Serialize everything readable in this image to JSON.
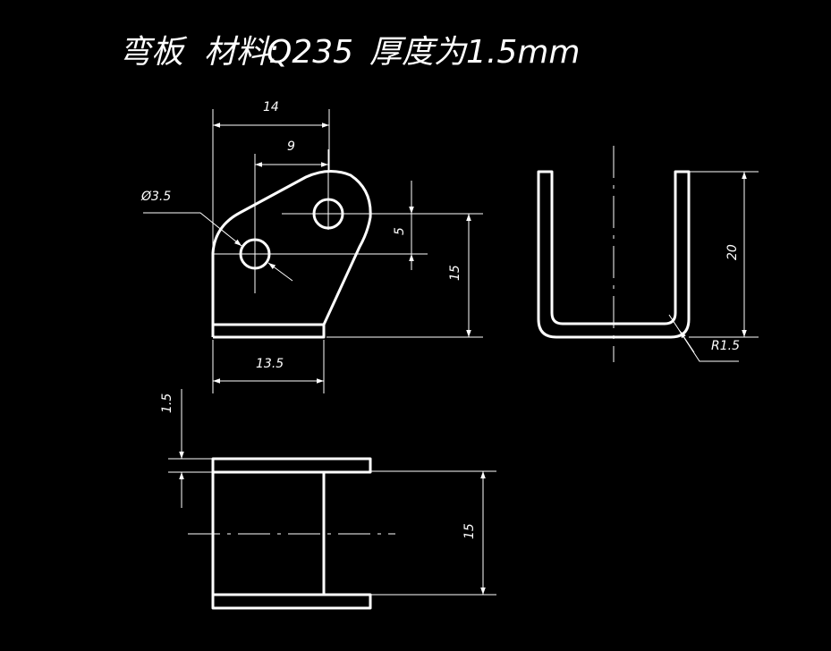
{
  "title": {
    "part_name": "弯板",
    "material_label": "材料:",
    "material": "Q235",
    "thickness_label": "厚度为1.5mm"
  },
  "front_view": {
    "dim_width_top": "14",
    "dim_hole_spacing_h": "9",
    "dim_hole_diameter": "Ø3.5",
    "dim_hole_spacing_v": "5",
    "dim_height": "15",
    "dim_width_bottom": "13.5"
  },
  "side_view": {
    "dim_height": "20",
    "dim_radius": "R1.5"
  },
  "bottom_view": {
    "dim_thickness": "1.5",
    "dim_height": "15"
  },
  "colors": {
    "background": "#000000",
    "lines": "#ffffff"
  }
}
